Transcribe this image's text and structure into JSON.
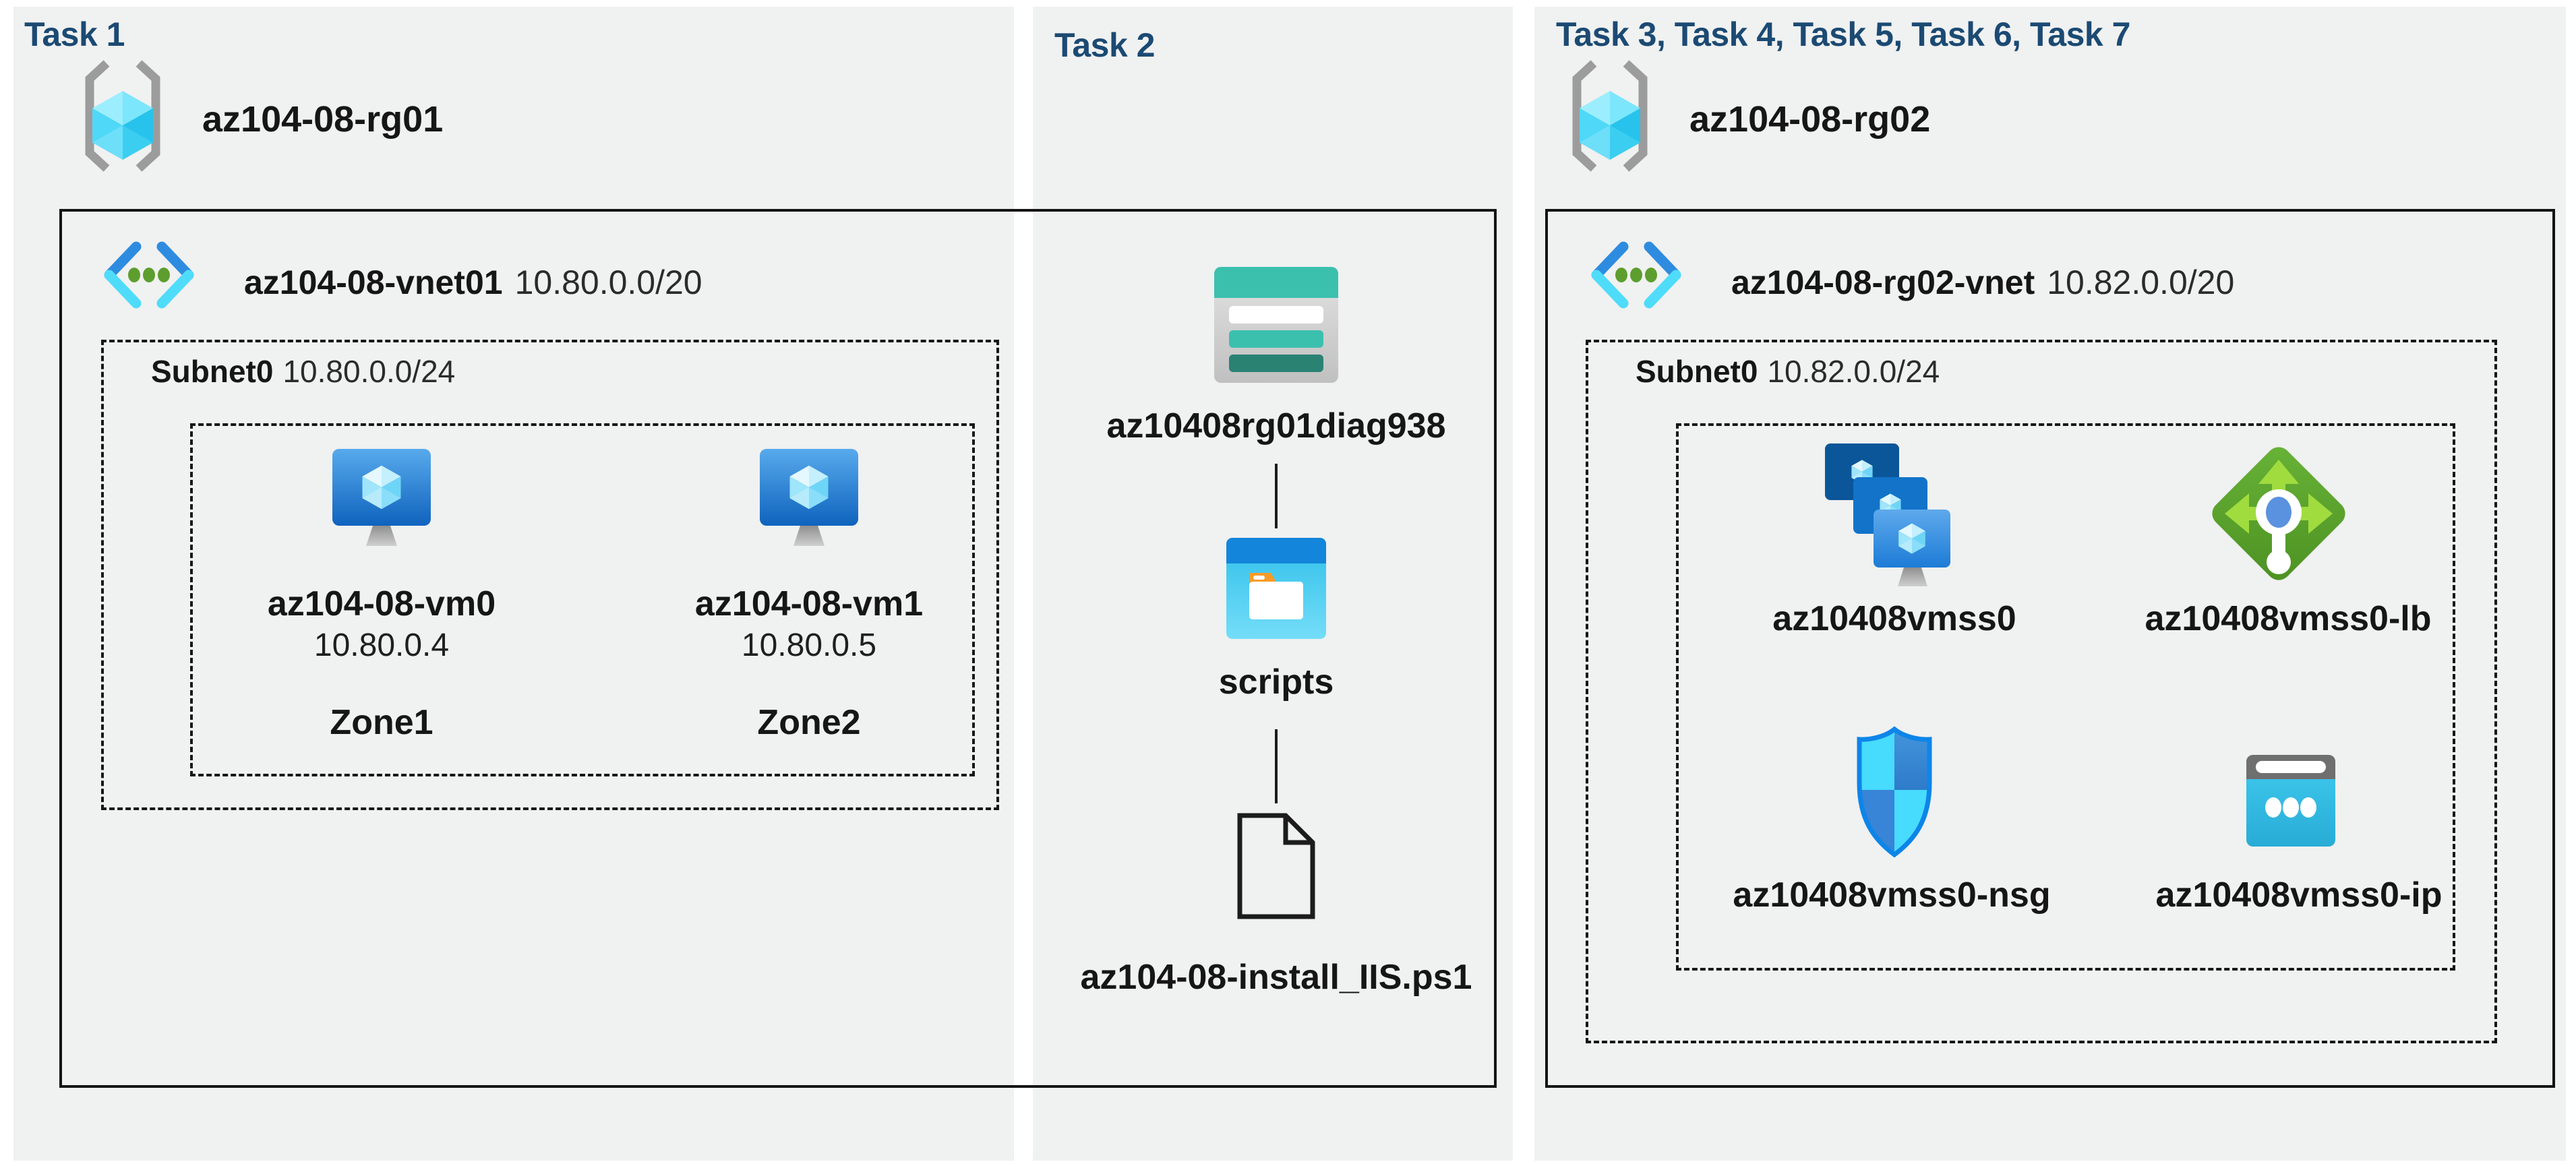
{
  "panel1": {
    "header": "Task 1",
    "resource_group": "az104-08-rg01",
    "vnet": {
      "name": "az104-08-vnet01",
      "cidr": "10.80.0.0/20"
    },
    "subnet": {
      "name": "Subnet0",
      "cidr": "10.80.0.0/24"
    },
    "vms": [
      {
        "name": "az104-08-vm0",
        "ip": "10.80.0.4",
        "zone": "Zone1"
      },
      {
        "name": "az104-08-vm1",
        "ip": "10.80.0.5",
        "zone": "Zone2"
      }
    ]
  },
  "panel2": {
    "header": "Task 2",
    "storage_account": "az10408rg01diag938",
    "container": "scripts",
    "file": "az104-08-install_IIS.ps1"
  },
  "panel3": {
    "header": "Task 3, Task 4, Task 5, Task 6, Task 7",
    "resource_group": "az104-08-rg02",
    "vnet": {
      "name": "az104-08-rg02-vnet",
      "cidr": "10.82.0.0/20"
    },
    "subnet": {
      "name": "Subnet0",
      "cidr": "10.82.0.0/24"
    },
    "resources": [
      {
        "name": "az10408vmss0",
        "type": "virtual-machine-scale-set"
      },
      {
        "name": "az10408vmss0-lb",
        "type": "load-balancer"
      },
      {
        "name": "az10408vmss0-nsg",
        "type": "network-security-group"
      },
      {
        "name": "az10408vmss0-ip",
        "type": "public-ip-address"
      }
    ]
  },
  "icons": {
    "resource_group": "gray-brackets-cyan-cube",
    "virtual_network": "blue-cyan-chevrons-green-dots",
    "virtual_machine": "blue-monitor-cube",
    "storage_account": "teal-table",
    "blob_container": "blue-window-white-folder-orange-tab",
    "file": "document-outline-folded-corner",
    "vm_scale_set": "three-stacked-blue-monitors",
    "load_balancer": "green-diamond-arrows",
    "network_security_group": "blue-cyan-quartered-shield",
    "public_ip": "cyan-card-gray-band-three-dots"
  },
  "colors": {
    "panel_bg": "#f0f1f1",
    "header_text": "#1b4a73",
    "label_text": "#161616",
    "box_line": "#141414",
    "storage_teal": "#3cc0ae",
    "storage_dark_teal": "#2a8273",
    "folder_orange": "#f79b28",
    "lb_green": "#57a029",
    "lb_arrow_green": "#a0dc3e",
    "nsg_cyan": "#47dbfd",
    "nsg_blue": "#3884d6",
    "vm_blue": "#1d78d0",
    "ip_cyan": "#35c2e8",
    "ip_gray": "#6f6f6f"
  }
}
